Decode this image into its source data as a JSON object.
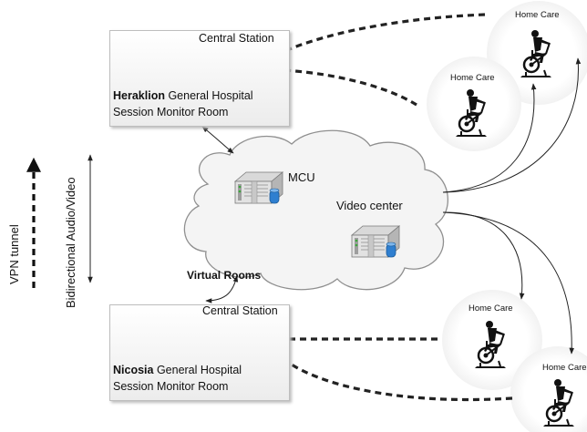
{
  "stations": [
    {
      "title": "Central Station",
      "city": "Heraklion",
      "hospital": " General Hospital",
      "room": "Session Monitor Room"
    },
    {
      "title": "Central Station",
      "city": "Nicosia",
      "hospital": " General Hospital",
      "room": "Session Monitor Room"
    }
  ],
  "cloud": {
    "mcu_label": "MCU",
    "video_center_label": "Video center",
    "virtual_rooms_label": "Virtual Rooms"
  },
  "home_care": [
    "Home Care",
    "Home Care",
    "Home Care",
    "Home Care"
  ],
  "legend": {
    "vpn_label": "VPN tunnel",
    "av_label": "Bidirectional Audio/Video"
  },
  "colors": {
    "line": "#222222",
    "cloud_fill": "#f4f4f4",
    "cloud_stroke": "#8f8f8f",
    "box_border": "#bdbdbd",
    "disk_blue": "#2f7fd0"
  }
}
